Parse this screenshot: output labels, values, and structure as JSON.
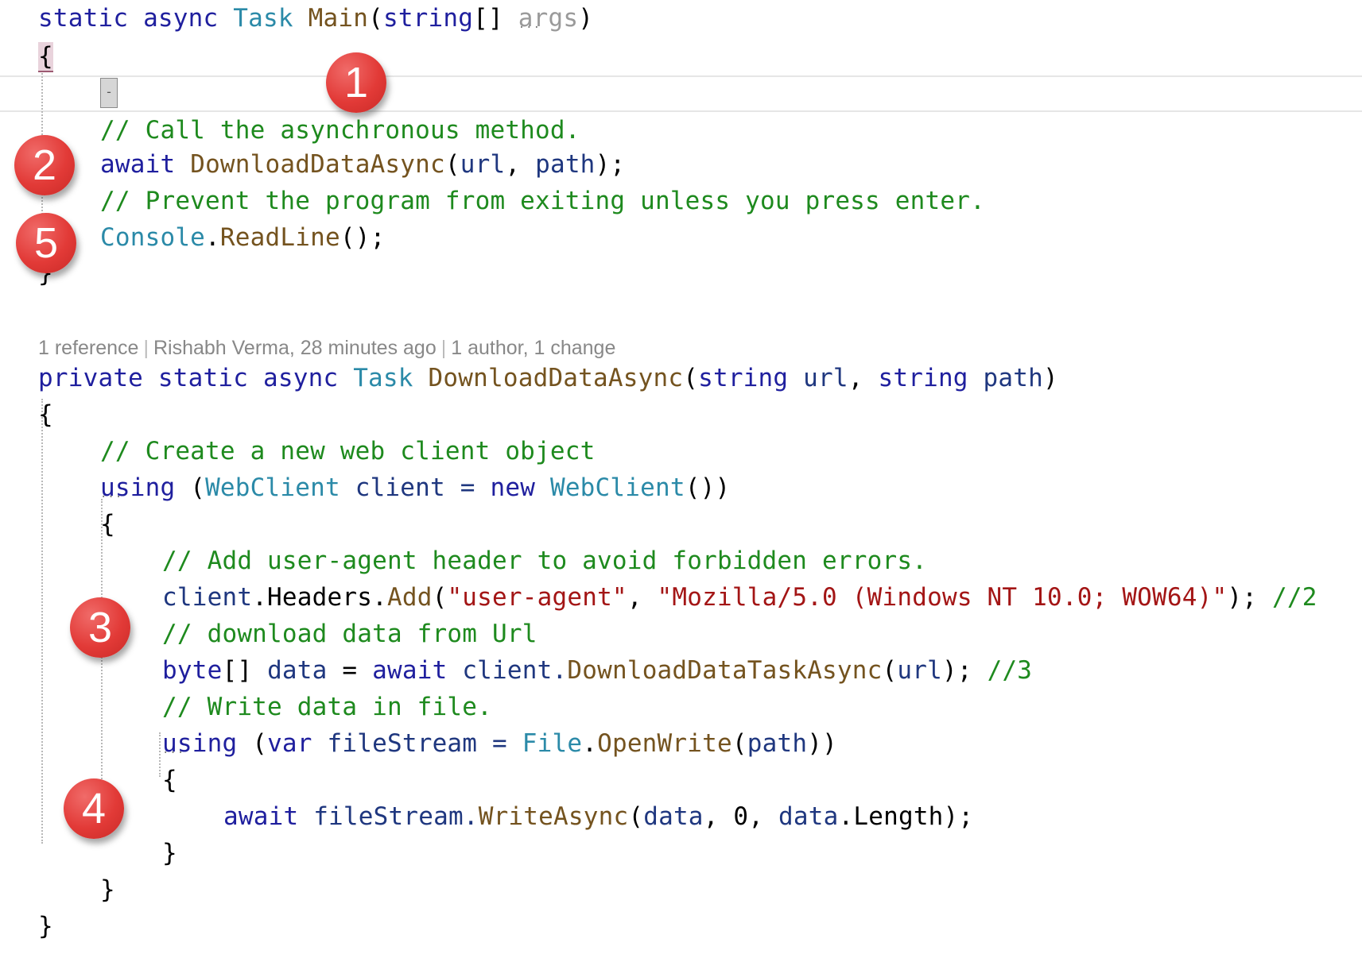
{
  "colors": {
    "keyword": "#1f1f9e",
    "type": "#2b8aa8",
    "method": "#74531f",
    "string": "#a31515",
    "comment": "#1e8a1e",
    "param": "#1f377f",
    "badge": "#e23a37"
  },
  "badges": [
    "1",
    "2",
    "3",
    "4",
    "5"
  ],
  "editor": {
    "main_signature": {
      "kw_static": "static",
      "kw_async": "async",
      "type_task": "Task",
      "method_main": "Main",
      "open_paren": "(",
      "kw_string": "string",
      "brackets": "[] ",
      "param_args": "args",
      "close_paren": ")"
    },
    "main_open_brace": "{",
    "caret_glyph": "-",
    "comment_call": "// Call the asynchronous method.",
    "await_line": {
      "kw_await": "await",
      "method": "DownloadDataAsync",
      "open": "(",
      "url": "url",
      "comma": ", ",
      "path": "path",
      "close": ");"
    },
    "comment_prevent": "// Prevent the program from exiting unless you press enter.",
    "readline_line": {
      "type_console": "Console",
      "dot": ".",
      "method": "ReadLine",
      "rest": "();"
    },
    "main_close_brace": "}",
    "codelens": {
      "references": "1 reference",
      "author_time": "Rishabh Verma, 28 minutes ago",
      "changes": "1 author, 1 change"
    },
    "download_signature": {
      "kw_private": "private",
      "kw_static": "static",
      "kw_async": "async",
      "type_task": "Task",
      "method": "DownloadDataAsync",
      "open": "(",
      "kw_string1": "string",
      "p_url": "url",
      "comma": ", ",
      "kw_string2": "string",
      "p_path": "path",
      "close": ")"
    },
    "download_open_brace": "{",
    "comment_create": "// Create a new web client object",
    "using_client": {
      "kw_using": "using",
      "open": " (",
      "type1": "WebClient",
      "var": " client = ",
      "kw_new": "new",
      "type2": "WebClient",
      "close": "())"
    },
    "using_open_brace": "{",
    "comment_useragent": "// Add user-agent header to avoid forbidden errors.",
    "headers_line": {
      "client": "client",
      "headers": ".Headers.",
      "method": "Add",
      "open": "(",
      "str1": "\"user-agent\"",
      "comma": ", ",
      "str2": "\"Mozilla/5.0 (Windows NT 10.0; WOW64)\"",
      "close": "); ",
      "comment": "//2"
    },
    "comment_download": "// download data from Url",
    "bytes_line": {
      "kw_byte": "byte",
      "brackets": "[] ",
      "data": "data",
      "eq": " = ",
      "kw_await": "await",
      "client": " client.",
      "method": "DownloadDataTaskAsync",
      "open": "(",
      "url": "url",
      "close": "); ",
      "comment": "//3"
    },
    "comment_write": "// Write data in file.",
    "using_file": {
      "kw_using": "using",
      "open": " (",
      "kw_var": "var",
      "var": " fileStream = ",
      "type_file": "File",
      "dot": ".",
      "method": "OpenWrite",
      "popen": "(",
      "path": "path",
      "close": "))"
    },
    "file_open_brace": "{",
    "write_line": {
      "kw_await": "await",
      "stream": " fileStream.",
      "method": "WriteAsync",
      "open": "(",
      "data1": "data",
      "comma1": ", ",
      "zero": "0",
      "comma2": ", ",
      "data2": "data",
      "length": ".Length",
      "close": ");"
    },
    "file_close_brace": "}",
    "using_close_brace": "}",
    "download_close_brace": "}"
  }
}
